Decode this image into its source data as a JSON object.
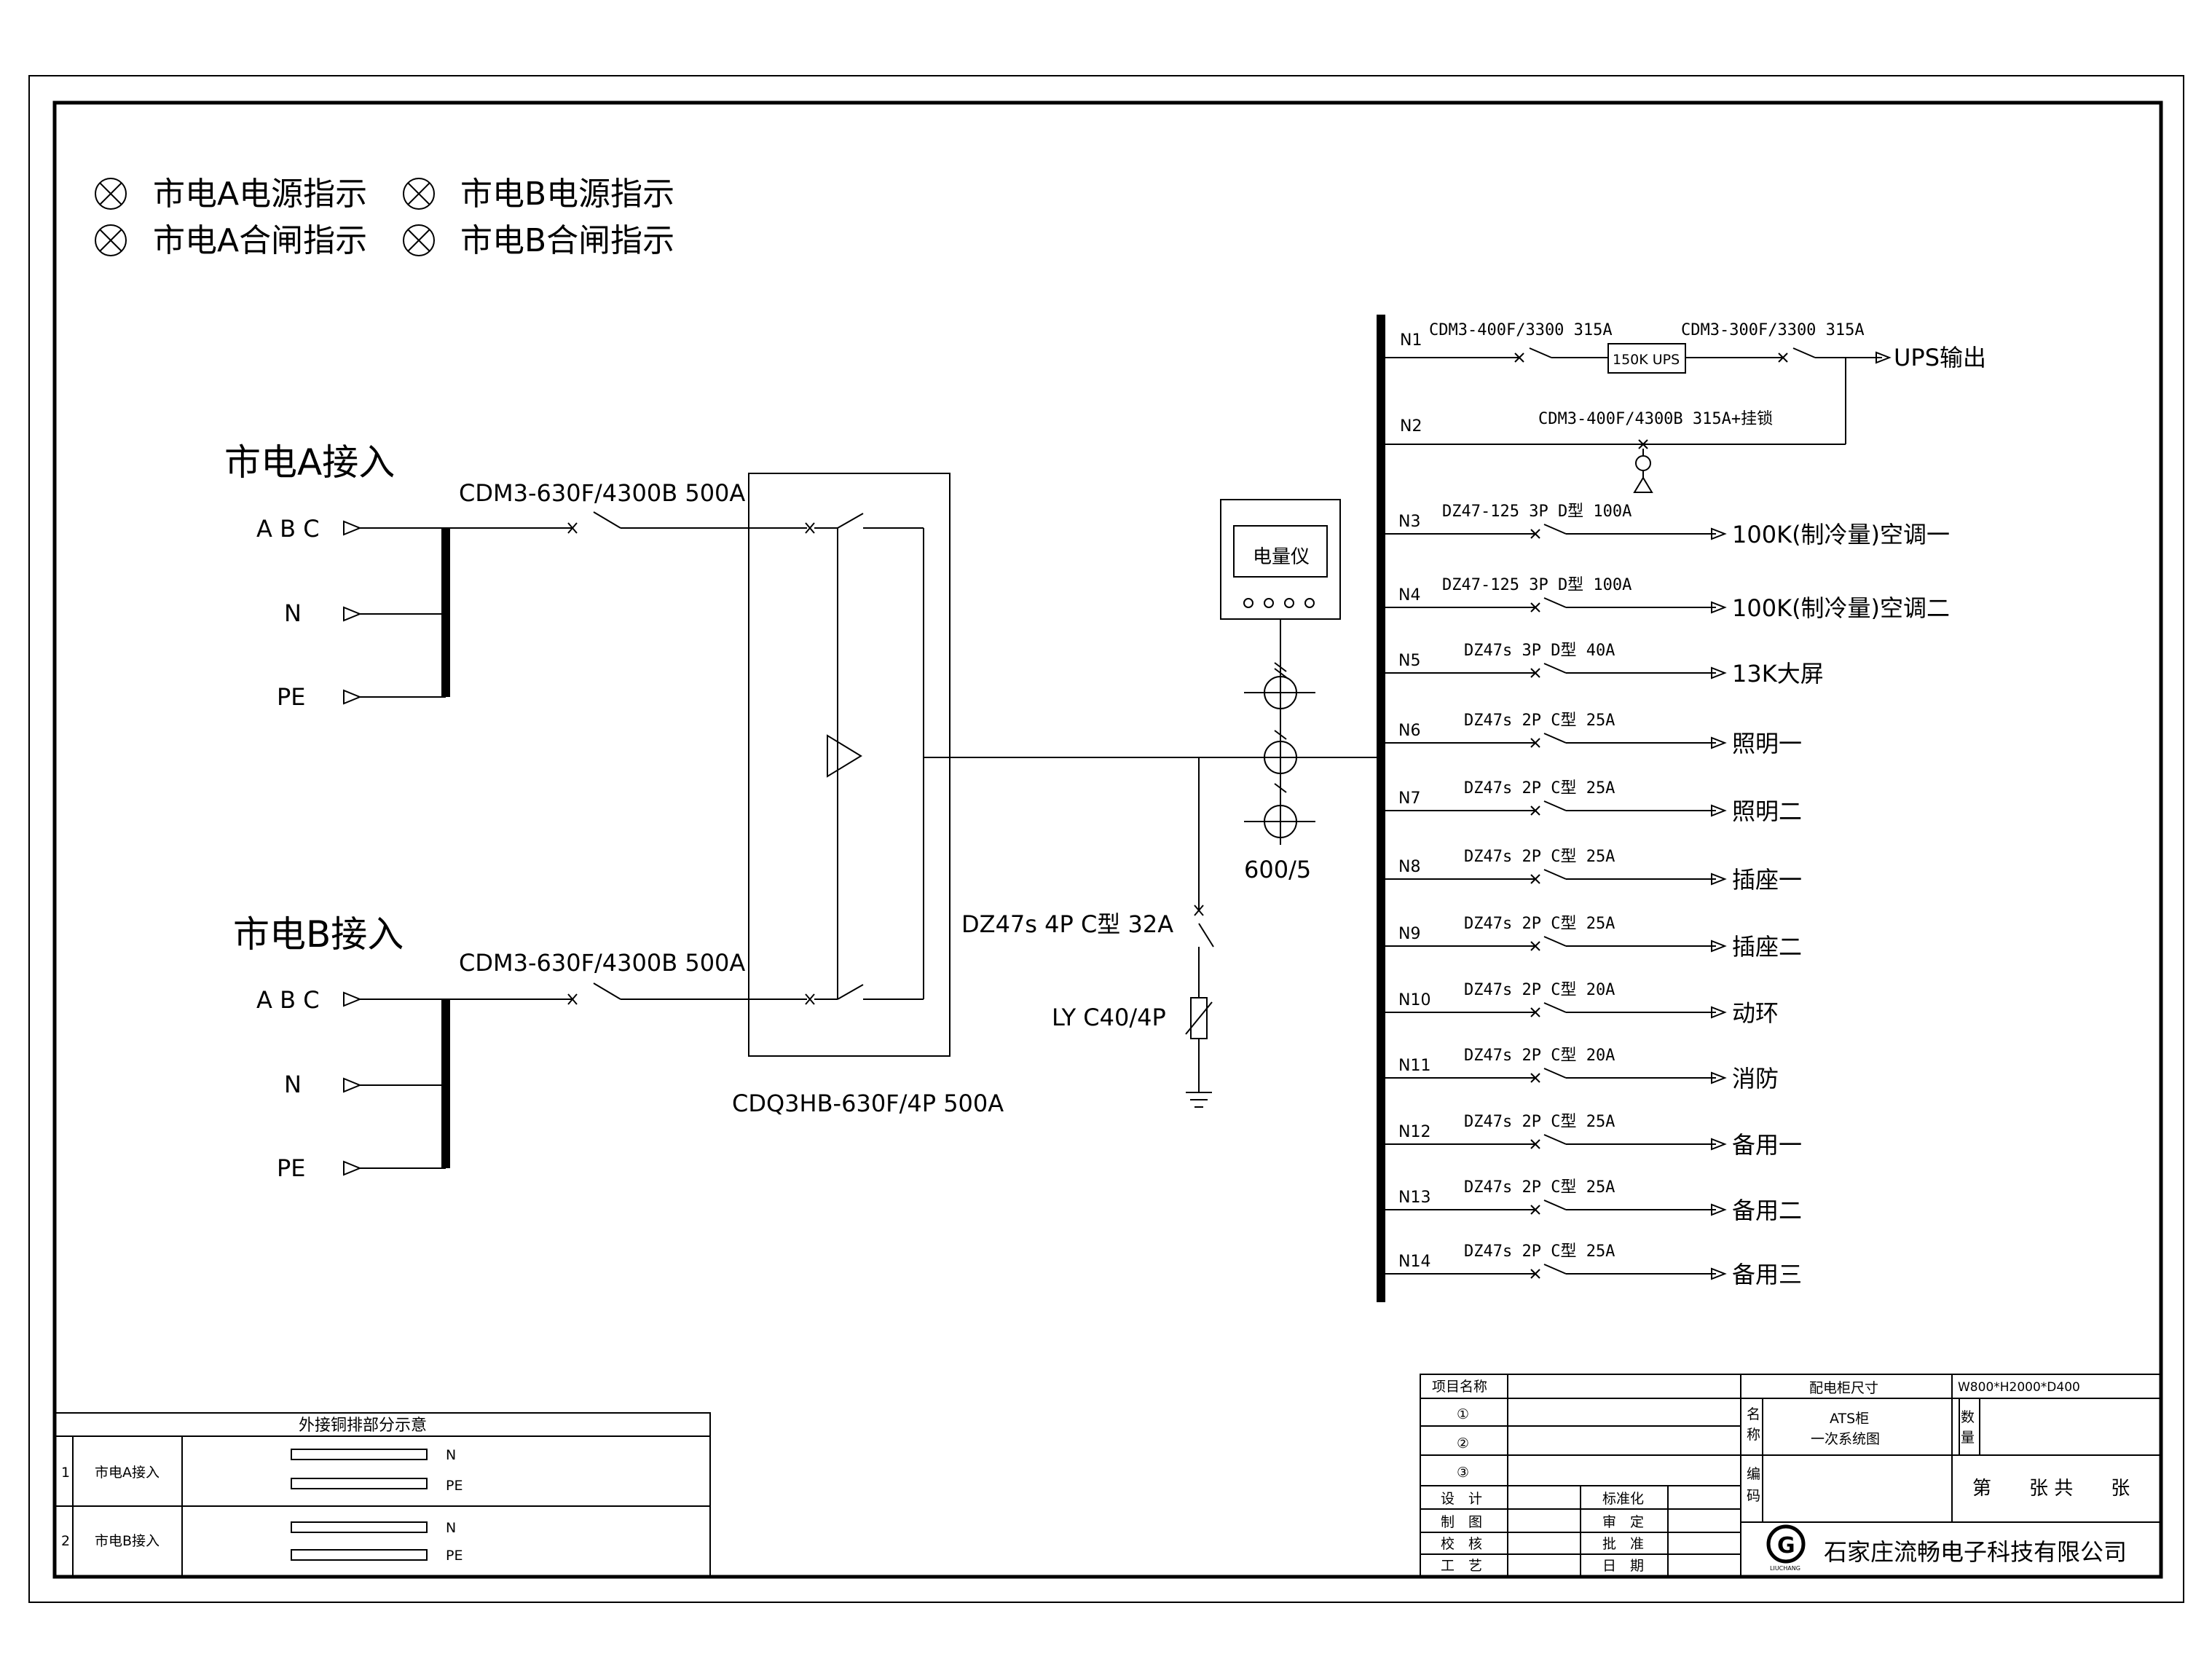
{
  "legend": [
    {
      "label": "市电A电源指示"
    },
    {
      "label": "市电B电源指示"
    },
    {
      "label": "市电A合闸指示"
    },
    {
      "label": "市电B合闸指示"
    }
  ],
  "sources": [
    {
      "title": "市电A接入",
      "phase_label": "A B C",
      "n_label": "N",
      "pe_label": "PE",
      "breaker": "CDM3-630F/4300B 500A"
    },
    {
      "title": "市电B接入",
      "phase_label": "A B C",
      "n_label": "N",
      "pe_label": "PE",
      "breaker": "CDM3-630F/4300B 500A"
    }
  ],
  "ats_label": "CDQ3HB-630F/4P 500A",
  "meter_label": "电量仪",
  "ct_label": "600/5",
  "spd": {
    "breaker": "DZ47s 4P C型 32A",
    "arrester": "LY C40/4P"
  },
  "ups": {
    "n1_label": "N1",
    "n1_breaker1": "CDM3-400F/3300 315A",
    "ups_box": "150K UPS",
    "n1_breaker2": "CDM3-300F/3300 315A",
    "output": "UPS输出",
    "n2_label": "N2",
    "n2_breaker": "CDM3-400F/4300B 315A+挂锁"
  },
  "circuits": [
    {
      "no": "N3",
      "breaker": "DZ47-125 3P D型 100A",
      "load": "100K(制冷量)空调一"
    },
    {
      "no": "N4",
      "breaker": "DZ47-125 3P D型 100A",
      "load": "100K(制冷量)空调二"
    },
    {
      "no": "N5",
      "breaker": "DZ47s 3P D型 40A",
      "load": "13K大屏"
    },
    {
      "no": "N6",
      "breaker": "DZ47s 2P C型 25A",
      "load": "照明一"
    },
    {
      "no": "N7",
      "breaker": "DZ47s 2P C型 25A",
      "load": "照明二"
    },
    {
      "no": "N8",
      "breaker": "DZ47s 2P C型 25A",
      "load": "插座一"
    },
    {
      "no": "N9",
      "breaker": "DZ47s 2P C型 25A",
      "load": "插座二"
    },
    {
      "no": "N10",
      "breaker": "DZ47s 2P C型 20A",
      "load": "动环"
    },
    {
      "no": "N11",
      "breaker": "DZ47s 2P C型 20A",
      "load": "消防"
    },
    {
      "no": "N12",
      "breaker": "DZ47s 2P C型 25A",
      "load": "备用一"
    },
    {
      "no": "N13",
      "breaker": "DZ47s 2P C型 25A",
      "load": "备用二"
    },
    {
      "no": "N14",
      "breaker": "DZ47s 2P C型 25A",
      "load": "备用三"
    }
  ],
  "copper": {
    "title": "外接铜排部分示意",
    "rows": [
      {
        "idx": "1",
        "name": "市电A接入",
        "bar1": "N",
        "bar2": "PE"
      },
      {
        "idx": "2",
        "name": "市电B接入",
        "bar1": "N",
        "bar2": "PE"
      }
    ]
  },
  "titleblock": {
    "project_name": "项目名称",
    "cabinet_size_label": "配电柜尺寸",
    "cabinet_size": "W800*H2000*D400",
    "row1": "①",
    "row2": "②",
    "row3": "③",
    "name_label": "名称",
    "drawing_name_1": "ATS柜",
    "drawing_name_2": "一次系统图",
    "qty_label": "数量",
    "code_label": "编码",
    "sheet_label": "第　　张 共　　张",
    "roles_left": [
      "设　计",
      "制　图",
      "校　核",
      "工　艺"
    ],
    "roles_right": [
      "标准化",
      "审　定",
      "批　准",
      "日　期"
    ],
    "company": "石家庄流畅电子科技有限公司",
    "logo_text": "LIUCHANG"
  }
}
